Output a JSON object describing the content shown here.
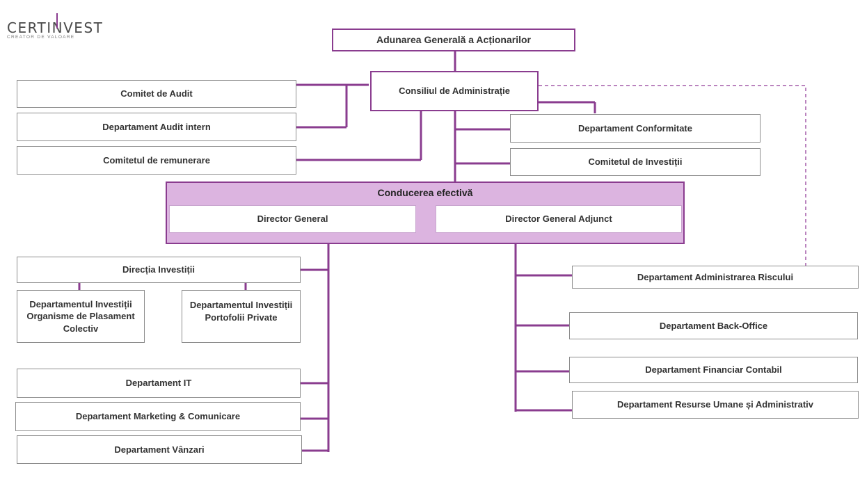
{
  "logo": {
    "name": "CERTINVEST",
    "tagline": "CREATOR DE VALOARE"
  },
  "colors": {
    "line": "#8a3c8f",
    "leadership_fill": "#dcb4e0",
    "dashed": "#a35aa8",
    "box_border": "#8c8c8c"
  },
  "nodes": {
    "aga": "Adunarea Generală a Acționarilor",
    "ca": "Consiliul de Administrație",
    "audit_committee": "Comitet de Audit",
    "internal_audit": "Departament Audit intern",
    "remuneration": "Comitetul de remunerare",
    "compliance": "Departament Conformitate",
    "investment_committee": "Comitetul de Investiții",
    "leadership": "Conducerea efectivă",
    "director_general": "Director General",
    "deputy_director": "Director General Adjunct",
    "investment_directorate": "Direcția Investiții",
    "dept_opc": "Departamentul Investiții Organisme de Plasament Colectiv",
    "dept_private": "Departamentul Investiții Portofolii Private",
    "it": "Departament IT",
    "marketing": "Departament Marketing & Comunicare",
    "sales": "Departament Vânzari",
    "risk": "Departament Administrarea Riscului",
    "backoffice": "Departament Back-Office",
    "finance": "Departament Financiar Contabil",
    "hr": "Departament Resurse Umane și Administrativ"
  }
}
